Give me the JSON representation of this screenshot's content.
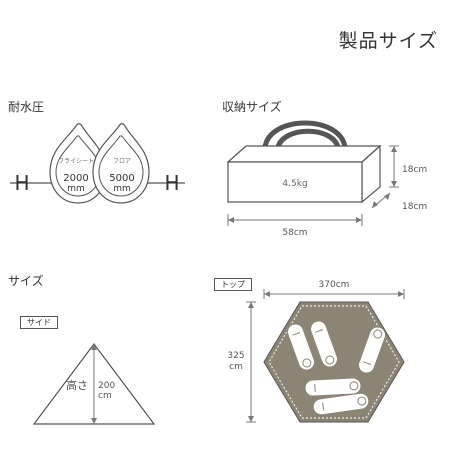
{
  "page_title": "製品サイズ",
  "waterproof": {
    "heading": "耐水圧",
    "h_letter": "H",
    "fly": {
      "label": "フライシート",
      "value": "2000",
      "unit": "mm"
    },
    "floor": {
      "label": "フロア",
      "value": "5000",
      "unit": "mm"
    }
  },
  "storage": {
    "heading": "収納サイズ",
    "weight": "4.5kg",
    "width": "58cm",
    "height": "18cm",
    "depth": "18cm"
  },
  "size": {
    "heading": "サイズ",
    "side_tag": "サイド",
    "height_label": "高さ",
    "height_value": "200",
    "height_unit": "cm",
    "top_tag": "トップ",
    "top_width": "370cm",
    "top_depth_value": "325",
    "top_depth_unit": "cm"
  },
  "colors": {
    "line": "#555555",
    "fill": "#8c8576",
    "sleeping_bag_stroke": "#ffffff"
  }
}
